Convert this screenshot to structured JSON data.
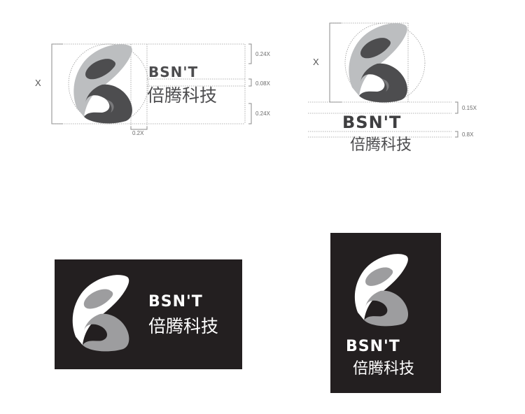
{
  "brand": {
    "wordmark": "BSN'T",
    "chinese_name": "倍腾科技"
  },
  "spec_horizontal": {
    "height_label": "X",
    "spacing_labels": [
      "0.24X",
      "0.08X",
      "0.24X"
    ],
    "gap_label": "0.2X"
  },
  "spec_vertical": {
    "height_label": "X",
    "spacing_labels": [
      "0.15X",
      "0.8X"
    ]
  },
  "colors": {
    "logo_light_gray": "#bcbec0",
    "logo_dark_gray": "#4d4d4f",
    "logo_mid_gray": "#7a7a7c",
    "panel_black": "#231f20",
    "logo_white": "#ffffff",
    "logo_inverse_gray": "#9d9d9f"
  }
}
